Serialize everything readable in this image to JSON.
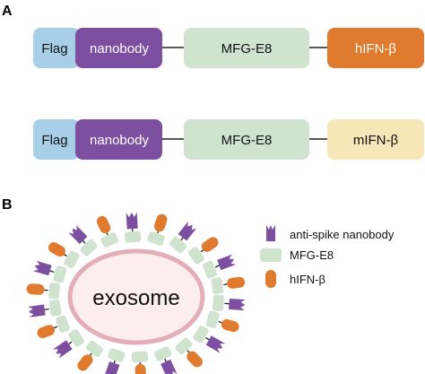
{
  "panel_a": {
    "label": "A",
    "constructs": [
      {
        "flag": "Flag",
        "nanobody": "nanobody",
        "anchor": "MFG-E8",
        "cytokine": "hIFN-β",
        "cytokine_color": "#e07a2e",
        "cytokine_text_color": "#ffffff"
      },
      {
        "flag": "Flag",
        "nanobody": "nanobody",
        "anchor": "MFG-E8",
        "cytokine": "mIFN-β",
        "cytokine_color": "#f6e6b8",
        "cytokine_text_color": "#111111"
      }
    ]
  },
  "panel_b": {
    "label": "B",
    "vesicle_label": "exosome",
    "legend": [
      {
        "label": "anti-spike nanobody",
        "shape": "nanobody-icon",
        "color": "#7d4fa1"
      },
      {
        "label": "MFG-E8",
        "shape": "mfge8-icon",
        "color": "#cfe3cf"
      },
      {
        "label": "hIFN-β",
        "shape": "ifn-icon",
        "color": "#e07a2e"
      }
    ]
  },
  "colors": {
    "flag": "#a8cfe8",
    "nanobody": "#7d4fa1",
    "mfge8": "#cfe3cf",
    "hifn": "#e07a2e",
    "mifn": "#f6e6b8",
    "exosome_fill": "#fdeeee",
    "exosome_border": "#e4aeb8"
  }
}
